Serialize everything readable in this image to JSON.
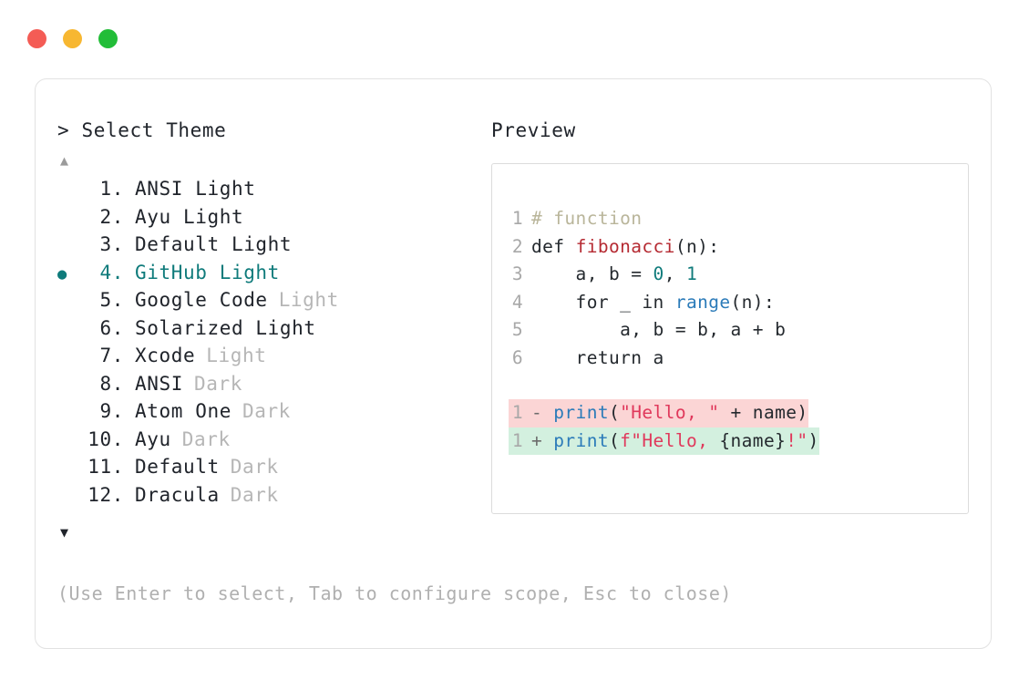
{
  "window": {
    "traffic_lights": [
      {
        "name": "close",
        "color": "#f45c55"
      },
      {
        "name": "minimize",
        "color": "#f7b731"
      },
      {
        "name": "maximize",
        "color": "#22bd38"
      }
    ]
  },
  "selector": {
    "prompt": "> Select Theme",
    "scroll_up_icon": "▲",
    "scroll_down_icon": "▼",
    "selected_index": 4,
    "bullet_icon": "●",
    "accent_color": "#0f7b7b",
    "items": [
      {
        "index": " 1.",
        "name": "ANSI Light",
        "variant": "",
        "dim_variant": false,
        "selected": false
      },
      {
        "index": " 2.",
        "name": "Ayu Light",
        "variant": "",
        "dim_variant": false,
        "selected": false
      },
      {
        "index": " 3.",
        "name": "Default Light",
        "variant": "",
        "dim_variant": false,
        "selected": false
      },
      {
        "index": " 4.",
        "name": "GitHub Light",
        "variant": "",
        "dim_variant": false,
        "selected": true
      },
      {
        "index": " 5.",
        "name": "Google Code",
        "variant": "Light",
        "dim_variant": true,
        "selected": false
      },
      {
        "index": " 6.",
        "name": "Solarized Light",
        "variant": "",
        "dim_variant": false,
        "selected": false
      },
      {
        "index": " 7.",
        "name": "Xcode",
        "variant": "Light",
        "dim_variant": true,
        "selected": false
      },
      {
        "index": " 8.",
        "name": "ANSI",
        "variant": "Dark",
        "dim_variant": true,
        "selected": false
      },
      {
        "index": " 9.",
        "name": "Atom One",
        "variant": "Dark",
        "dim_variant": true,
        "selected": false
      },
      {
        "index": "10.",
        "name": "Ayu",
        "variant": "Dark",
        "dim_variant": true,
        "selected": false
      },
      {
        "index": "11.",
        "name": "Default",
        "variant": "Dark",
        "dim_variant": true,
        "selected": false
      },
      {
        "index": "12.",
        "name": "Dracula",
        "variant": "Dark",
        "dim_variant": true,
        "selected": false
      }
    ]
  },
  "hint": "(Use Enter to select, Tab to configure scope, Esc to close)",
  "preview": {
    "label": "Preview",
    "code_lines": [
      {
        "n": "1",
        "tokens": [
          {
            "t": "# function",
            "c": "comment"
          }
        ]
      },
      {
        "n": "2",
        "tokens": [
          {
            "t": "def ",
            "c": "plain"
          },
          {
            "t": "fibonacci",
            "c": "func"
          },
          {
            "t": "(n):",
            "c": "punct"
          }
        ]
      },
      {
        "n": "3",
        "tokens": [
          {
            "t": "    a, b = ",
            "c": "plain"
          },
          {
            "t": "0",
            "c": "num"
          },
          {
            "t": ", ",
            "c": "plain"
          },
          {
            "t": "1",
            "c": "num"
          }
        ]
      },
      {
        "n": "4",
        "tokens": [
          {
            "t": "    for _ in ",
            "c": "plain"
          },
          {
            "t": "range",
            "c": "builtin"
          },
          {
            "t": "(n):",
            "c": "punct"
          }
        ]
      },
      {
        "n": "5",
        "tokens": [
          {
            "t": "        a, b = b, a + b",
            "c": "plain"
          }
        ]
      },
      {
        "n": "6",
        "tokens": [
          {
            "t": "    return a",
            "c": "plain"
          }
        ]
      }
    ],
    "diff_lines": [
      {
        "n": "1",
        "kind": "del",
        "mark": "-",
        "tokens": [
          {
            "t": "print",
            "c": "builtin"
          },
          {
            "t": "(",
            "c": "punct"
          },
          {
            "t": "\"Hello, \"",
            "c": "str"
          },
          {
            "t": " + name)",
            "c": "plain"
          }
        ]
      },
      {
        "n": "1",
        "kind": "add",
        "mark": "+",
        "tokens": [
          {
            "t": "print",
            "c": "builtin"
          },
          {
            "t": "(",
            "c": "punct"
          },
          {
            "t": "f\"Hello, ",
            "c": "str"
          },
          {
            "t": "{name}",
            "c": "plain"
          },
          {
            "t": "!\"",
            "c": "str"
          },
          {
            "t": ")",
            "c": "punct"
          }
        ]
      }
    ]
  }
}
